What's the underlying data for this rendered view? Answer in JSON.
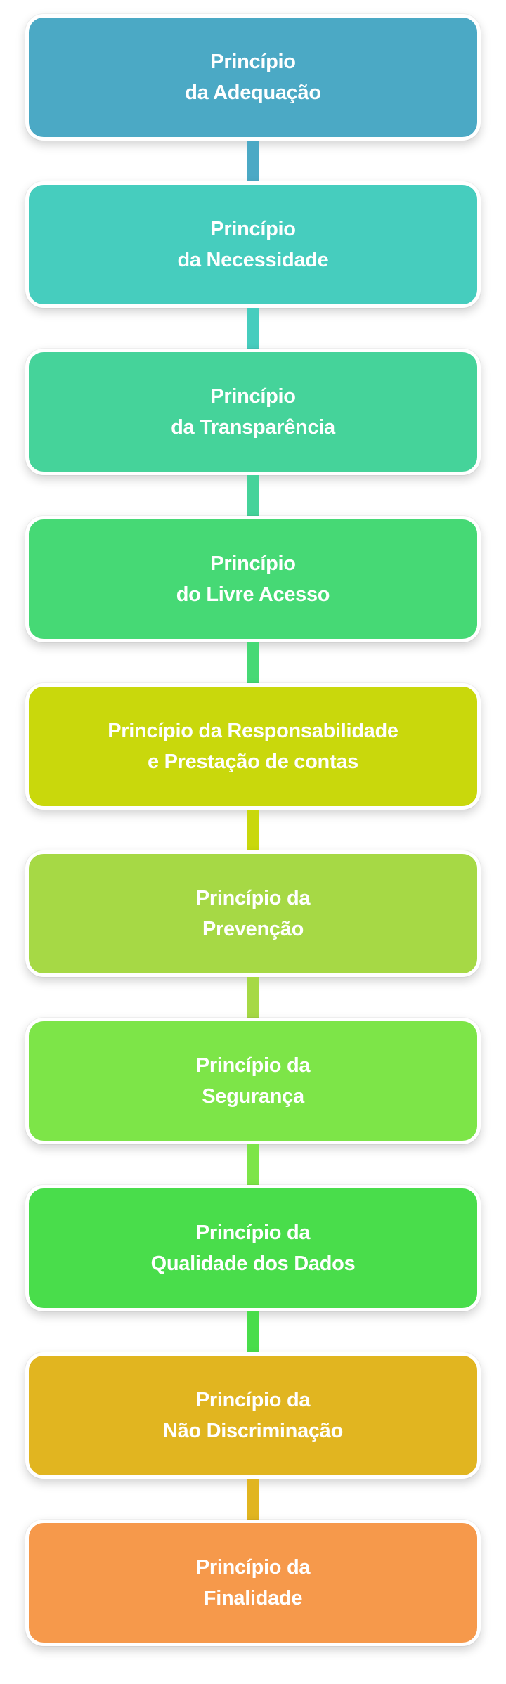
{
  "steps": [
    {
      "label": "Princípio\nda Adequação",
      "color": "#4ba9c5"
    },
    {
      "label": "Princípio\nda Necessidade",
      "color": "#46cdbe"
    },
    {
      "label": "Princípio\nda Transparência",
      "color": "#45d39a"
    },
    {
      "label": "Princípio\ndo Livre Acesso",
      "color": "#46d975"
    },
    {
      "label": "Princípio da Responsabilidade\ne Prestação de contas",
      "color": "#c9d80c"
    },
    {
      "label": "Princípio da\nPrevenção",
      "color": "#a6d945"
    },
    {
      "label": "Princípio da\nSegurança",
      "color": "#7de548"
    },
    {
      "label": "Princípio da\nQualidade dos Dados",
      "color": "#49dd4b"
    },
    {
      "label": "Princípio da\nNão Discriminação",
      "color": "#e1b520"
    },
    {
      "label": "Princípio da\nFinalidade",
      "color": "#f6994b"
    }
  ]
}
